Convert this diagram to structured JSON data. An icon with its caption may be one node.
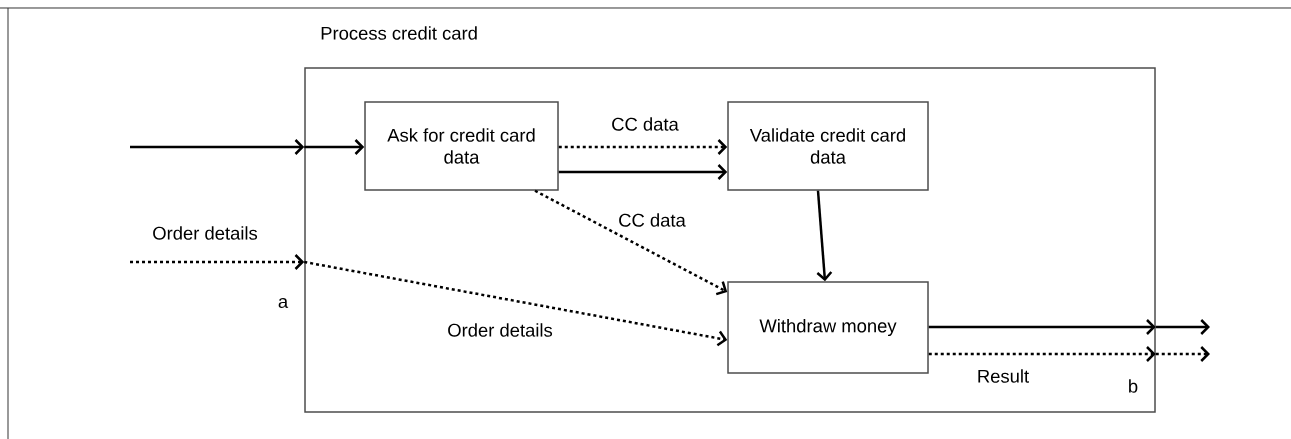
{
  "diagram": {
    "nodes": [
      {
        "text": [
          "Process credit card"
        ]
      },
      {
        "text": [
          "Ask for credit card data"
        ],
        "in": 0
      },
      {
        "text": [
          "Validate credit card data"
        ],
        "in": 0
      },
      {
        "text": [
          "Withdraw money"
        ],
        "in": 0
      }
    ],
    "edges": [
      {
        "from": null,
        "to": 0,
        "arrow": "to"
      },
      {
        "from": 0,
        "to": 1,
        "arrow": "to"
      },
      {
        "from": null,
        "to": 0,
        "arrow": "to",
        "style": "dashed",
        "label": "Order details"
      },
      {
        "from": 1,
        "to": 2,
        "arrow": "to",
        "style": "dashed",
        "label": "CC data"
      },
      {
        "from": 1,
        "to": 2,
        "arrow": "to"
      },
      {
        "from": 1,
        "to": 3,
        "arrow": "to",
        "style": "dashed",
        "label": "CC data"
      },
      {
        "from": 0,
        "to": 3,
        "arrow": "to",
        "style": "dashed",
        "label": "Order details"
      },
      {
        "from": 2,
        "to": 3,
        "arrow": "to"
      },
      {
        "from": 3,
        "to": 0,
        "arrow": "to"
      },
      {
        "from": 3,
        "to": 0,
        "arrow": "to",
        "style": "dashed",
        "label": "Result"
      },
      {
        "from": 0,
        "to": null,
        "arrow": "to"
      },
      {
        "from": 0,
        "to": null,
        "arrow": "to",
        "style": "dashed"
      }
    ],
    "labels": [
      "a",
      "b"
    ]
  }
}
